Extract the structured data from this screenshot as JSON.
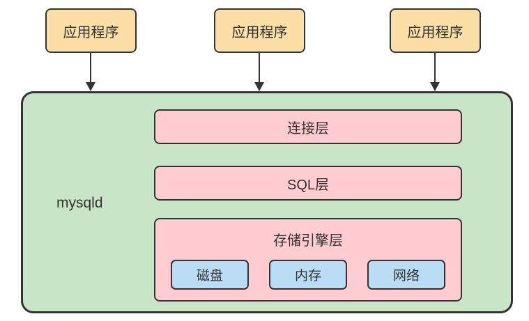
{
  "diagram": {
    "title": "mysql-architecture",
    "app_boxes": [
      {
        "label": "应用程序"
      },
      {
        "label": "应用程序"
      },
      {
        "label": "应用程序"
      }
    ],
    "container": {
      "label": "mysqld",
      "layers": [
        {
          "label": "连接层"
        },
        {
          "label": "SQL层"
        },
        {
          "label": "存储引擎层",
          "children": [
            {
              "label": "磁盘"
            },
            {
              "label": "内存"
            },
            {
              "label": "网络"
            }
          ]
        }
      ]
    }
  },
  "colors": {
    "app_box_fill": "#FBDFA7",
    "container_fill": "#C9E5C7",
    "layer_fill": "#FFCDD1",
    "resource_fill": "#BADDF6",
    "border": "#333333",
    "text": "#333333"
  }
}
